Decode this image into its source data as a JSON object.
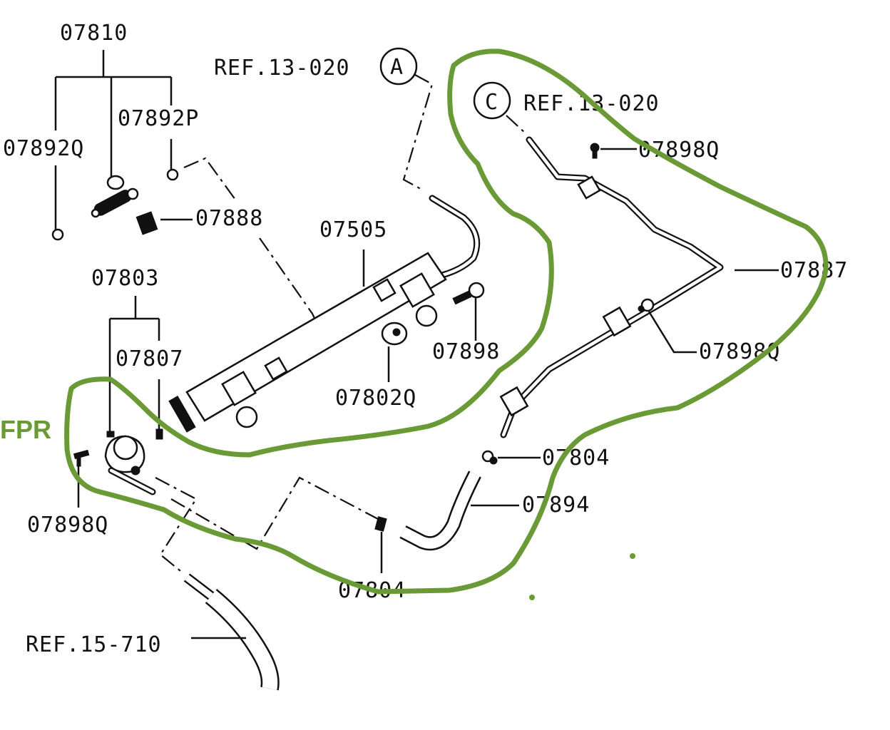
{
  "diagram": {
    "title": "Fuel rail / fuel pressure regulator parts diagram",
    "annotation_color": "#6a9a35",
    "line_color": "#111111",
    "annotation": {
      "label": "FPR",
      "meaning": "fuel pressure regulator highlighted with green outline"
    },
    "labels": {
      "p07810": "07810",
      "p07892P": "07892P",
      "p07892Q": "07892Q",
      "p07888": "07888",
      "ref_a": "REF.13-020",
      "ref_a_circle": "A",
      "ref_c": "REF.13-020",
      "ref_c_circle": "C",
      "p07898Q_top": "07898Q",
      "p07505": "07505",
      "p07887": "07887",
      "p07803": "07803",
      "p07807": "07807",
      "p07898": "07898",
      "p07898Q_right": "07898Q",
      "p07802Q": "07802Q",
      "p07804_right": "07804",
      "p07894": "07894",
      "p07898Q_left": "07898Q",
      "p07804_bottom": "07804",
      "ref_15": "REF.15-710"
    }
  }
}
